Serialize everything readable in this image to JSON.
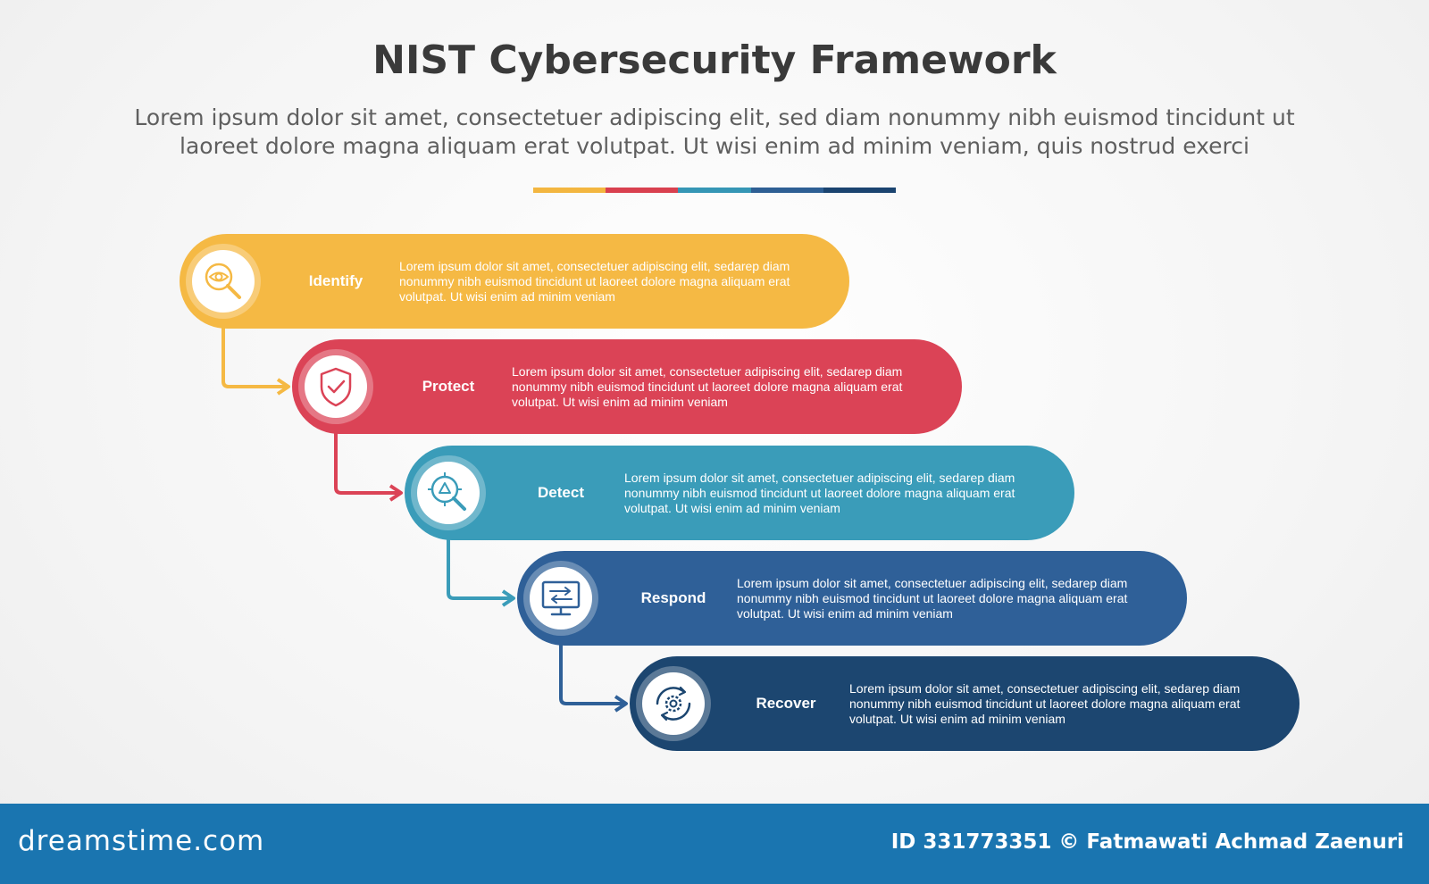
{
  "header": {
    "title": "NIST Cybersecurity Framework",
    "subtitle": "Lorem ipsum dolor sit amet, consectetuer adipiscing elit, sed diam nonummy nibh euismod tincidunt ut laoreet dolore magna aliquam erat volutpat. Ut wisi enim ad minim veniam, quis nostrud exerci"
  },
  "colorbar": [
    "#f3b640",
    "#d9404f",
    "#3596b5",
    "#2e5f94",
    "#1b4470"
  ],
  "steps": [
    {
      "label": "Identify",
      "color": "#f5b944",
      "icon": "eye-magnifier-icon",
      "description": "Lorem ipsum dolor sit amet, consectetuer adipiscing elit, sedarep diam nonummy nibh euismod tincidunt ut laoreet dolore magna aliquam erat volutpat. Ut wisi enim ad minim veniam"
    },
    {
      "label": "Protect",
      "color": "#db4356",
      "icon": "shield-check-icon",
      "description": "Lorem ipsum dolor sit amet, consectetuer adipiscing elit, sedarep diam nonummy nibh euismod tincidunt ut laoreet dolore magna aliquam erat volutpat. Ut wisi enim ad minim veniam"
    },
    {
      "label": "Detect",
      "color": "#3a9cb9",
      "icon": "target-magnifier-icon",
      "description": "Lorem ipsum dolor sit amet, consectetuer adipiscing elit, sedarep diam nonummy nibh euismod tincidunt ut laoreet dolore magna aliquam erat volutpat. Ut wisi enim ad minim veniam"
    },
    {
      "label": "Respond",
      "color": "#2f6098",
      "icon": "monitor-exchange-icon",
      "description": "Lorem ipsum dolor sit amet, consectetuer adipiscing elit, sedarep diam nonummy nibh euismod tincidunt ut laoreet dolore magna aliquam erat volutpat. Ut wisi enim ad minim veniam"
    },
    {
      "label": "Recover",
      "color": "#1c4670",
      "icon": "gear-cycle-icon",
      "description": "Lorem ipsum dolor sit amet, consectetuer adipiscing elit, sedarep diam nonummy nibh euismod tincidunt ut laoreet dolore magna aliquam erat volutpat. Ut wisi enim ad minim veniam"
    }
  ],
  "footer": {
    "brand": "dreamstime.com",
    "credit": "ID 331773351 © Fatmawati  Achmad Zaenuri"
  }
}
